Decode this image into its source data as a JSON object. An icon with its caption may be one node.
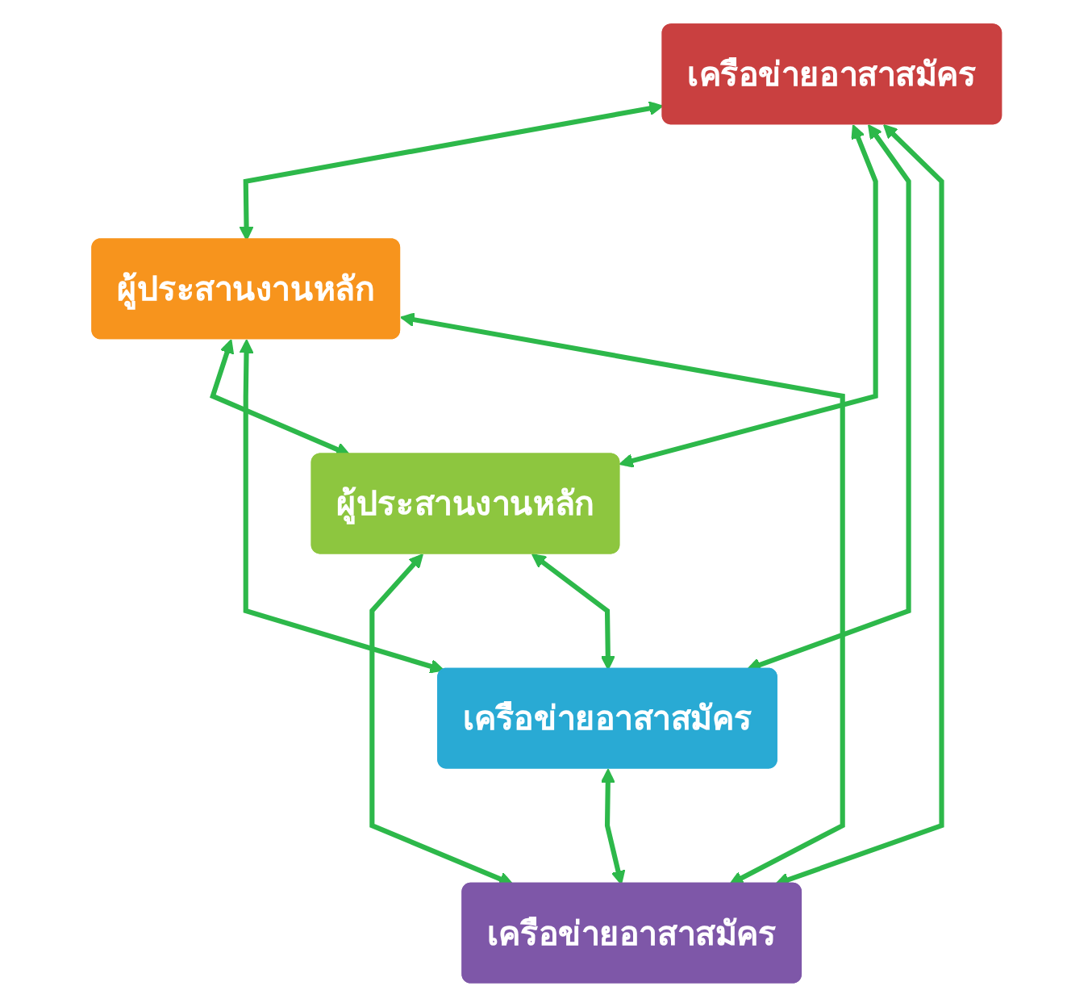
{
  "diagram": {
    "nodes": [
      {
        "text": [
          "เครือข่ายอาสาสมัคร"
        ]
      },
      {
        "text": [
          "ผู้ประสานงานหลัก"
        ]
      },
      {
        "text": [
          "ผู้ประสานงานหลัก"
        ]
      },
      {
        "text": [
          "เครือข่ายอาสาสมัคร"
        ]
      },
      {
        "text": [
          "เครือข่ายอาสาสมัคร"
        ]
      }
    ],
    "edges": [
      {
        "from": 0,
        "to": 1,
        "arrow": "both"
      },
      {
        "from": 0,
        "to": 2,
        "arrow": "both"
      },
      {
        "from": 1,
        "to": 2,
        "arrow": "both"
      },
      {
        "from": 0,
        "to": 3,
        "arrow": "both"
      },
      {
        "from": 0,
        "to": 4,
        "arrow": "both"
      },
      {
        "from": 1,
        "to": 3,
        "arrow": "both"
      },
      {
        "from": 2,
        "to": 4,
        "arrow": "both"
      },
      {
        "from": 1,
        "to": 4,
        "arrow": "both"
      },
      {
        "from": 2,
        "to": 3,
        "arrow": "both"
      },
      {
        "from": 3,
        "to": 4,
        "arrow": "both"
      }
    ]
  }
}
